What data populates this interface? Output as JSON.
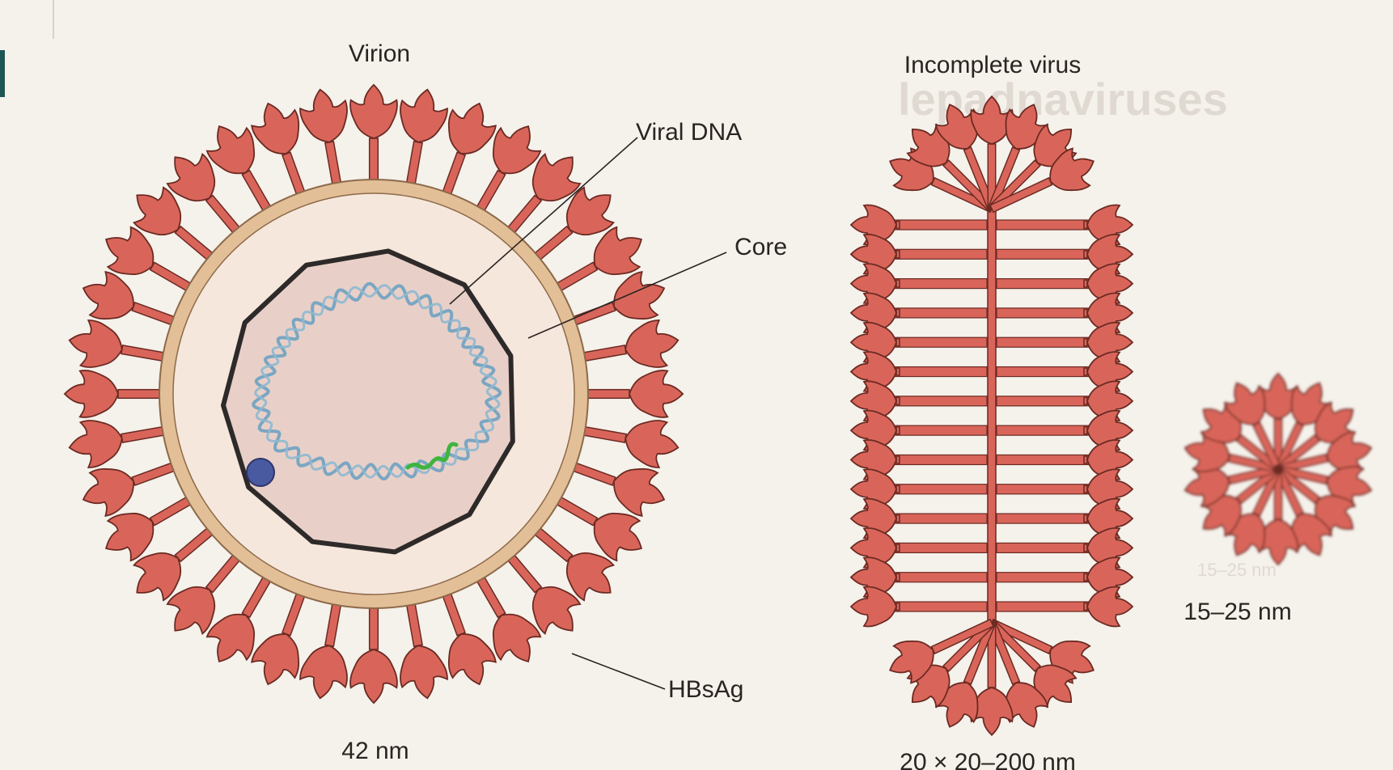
{
  "diagram": {
    "virion": {
      "title": "Virion",
      "size": "42 nm",
      "labels": {
        "viral_dna": "Viral DNA",
        "core": "Core",
        "hbsag": "HBsAg"
      }
    },
    "incomplete_virus": {
      "title": "Incomplete virus",
      "size": "20 × 20–200 nm"
    },
    "sphere": {
      "size": "15–25 nm"
    }
  },
  "colors": {
    "background": "#f5f1eb",
    "spike_fill": "#d9655a",
    "spike_stroke": "#6b2a22",
    "envelope": "#e2bf97",
    "core_fill": "#e8d0c8",
    "core_stroke": "#2e2a2a",
    "dna": "#7aa6c2",
    "dna_green": "#3fb43f",
    "polymerase": "#4a5aa0",
    "side_bar": "#1f5552"
  }
}
